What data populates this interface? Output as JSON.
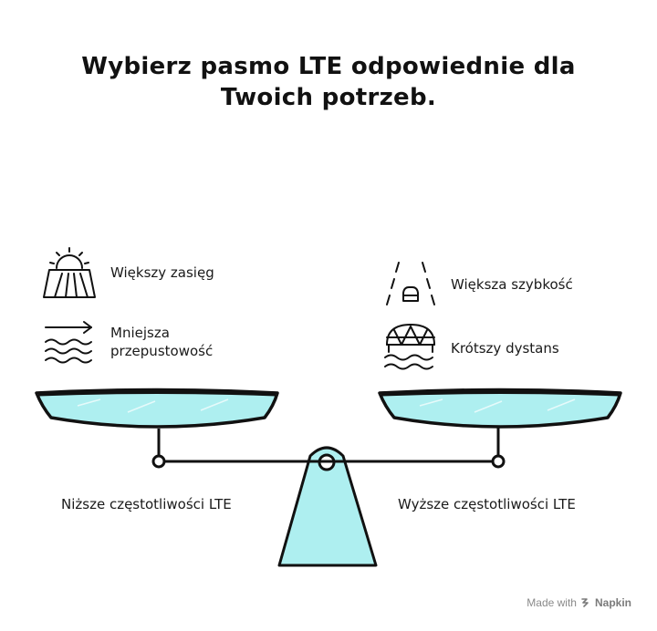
{
  "title": {
    "line1": "Wybierz pasmo LTE odpowiednie dla",
    "line2": "Twoich potrzeb."
  },
  "left_pan": {
    "caption": "Niższe częstotliwości LTE",
    "items": [
      {
        "icon": "sunrise-field-icon",
        "label_line1": "Większy zasięg",
        "label_line2": ""
      },
      {
        "icon": "arrow-waves-icon",
        "label_line1": "Mniejsza",
        "label_line2": "przepustowość"
      }
    ]
  },
  "right_pan": {
    "caption": "Wyższe częstotliwości LTE",
    "items": [
      {
        "icon": "car-road-icon",
        "label_line1": "Większa szybkość",
        "label_line2": ""
      },
      {
        "icon": "bridge-waves-icon",
        "label_line1": "Krótszy dystans",
        "label_line2": ""
      }
    ]
  },
  "colors": {
    "pan_fill": "#aeeff0",
    "stroke": "#111111"
  },
  "footer": {
    "made_with": "Made with",
    "brand": "Napkin"
  }
}
